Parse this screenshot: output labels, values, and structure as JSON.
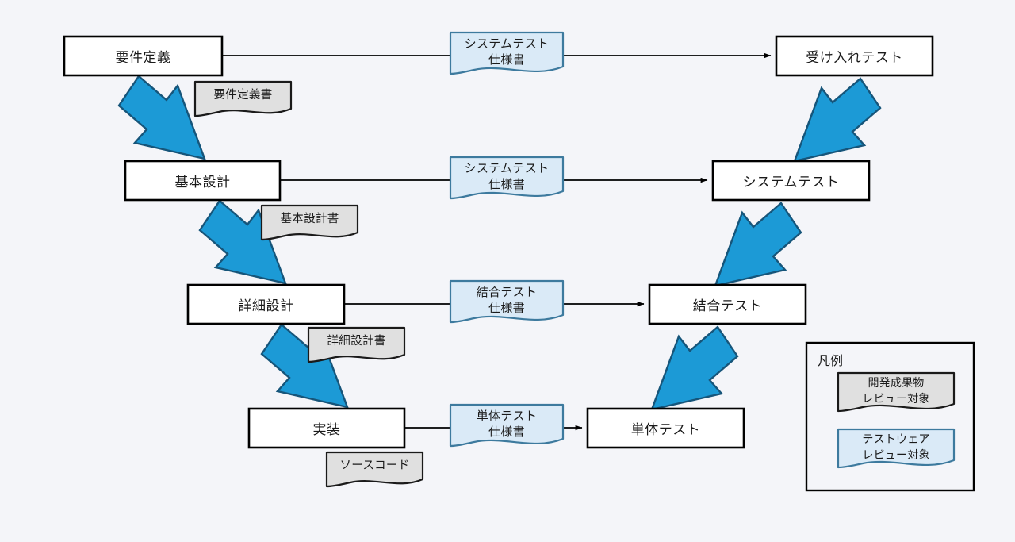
{
  "diagram": {
    "title": "V-model software development lifecycle",
    "background_color": "#f4f5f9",
    "colors": {
      "phase_box_fill": "#ffffff",
      "phase_box_stroke": "#000000",
      "artifact_fill": "#e0e0e0",
      "artifact_stroke": "#1a1a1a",
      "testware_fill": "#daeaf7",
      "testware_stroke": "#3d7a9e",
      "arrow_fill": "#1c9ad6",
      "arrow_stroke": "#16557a",
      "connector_stroke": "#000000",
      "legend_stroke": "#000000"
    }
  },
  "development_phases": [
    {
      "name": "requirements-definition",
      "label": "要件定義"
    },
    {
      "name": "basic-design",
      "label": "基本設計"
    },
    {
      "name": "detailed-design",
      "label": "詳細設計"
    },
    {
      "name": "implementation",
      "label": "実装"
    }
  ],
  "test_phases": [
    {
      "name": "acceptance-test",
      "label": "受け入れテスト"
    },
    {
      "name": "system-test",
      "label": "システムテスト"
    },
    {
      "name": "integration-test",
      "label": "結合テスト"
    },
    {
      "name": "unit-test",
      "label": "単体テスト"
    }
  ],
  "artifacts": [
    {
      "name": "requirements-spec",
      "label": "要件定義書"
    },
    {
      "name": "basic-design-doc",
      "label": "基本設計書"
    },
    {
      "name": "detailed-design-doc",
      "label": "詳細設計書"
    },
    {
      "name": "source-code",
      "label": "ソースコード"
    }
  ],
  "testware": [
    {
      "name": "system-test-spec-acceptance",
      "line1": "システムテスト",
      "line2": "仕様書"
    },
    {
      "name": "system-test-spec",
      "line1": "システムテスト",
      "line2": "仕様書"
    },
    {
      "name": "integration-test-spec",
      "line1": "結合テスト",
      "line2": "仕様書"
    },
    {
      "name": "unit-test-spec",
      "line1": "単体テスト",
      "line2": "仕様書"
    }
  ],
  "legend": {
    "title": "凡例",
    "items": [
      {
        "name": "legend-deliverable",
        "line1": "開発成果物",
        "line2": "レビュー対象",
        "type": "artifact"
      },
      {
        "name": "legend-testware",
        "line1": "テストウェア",
        "line2": "レビュー対象",
        "type": "testware"
      }
    ]
  }
}
